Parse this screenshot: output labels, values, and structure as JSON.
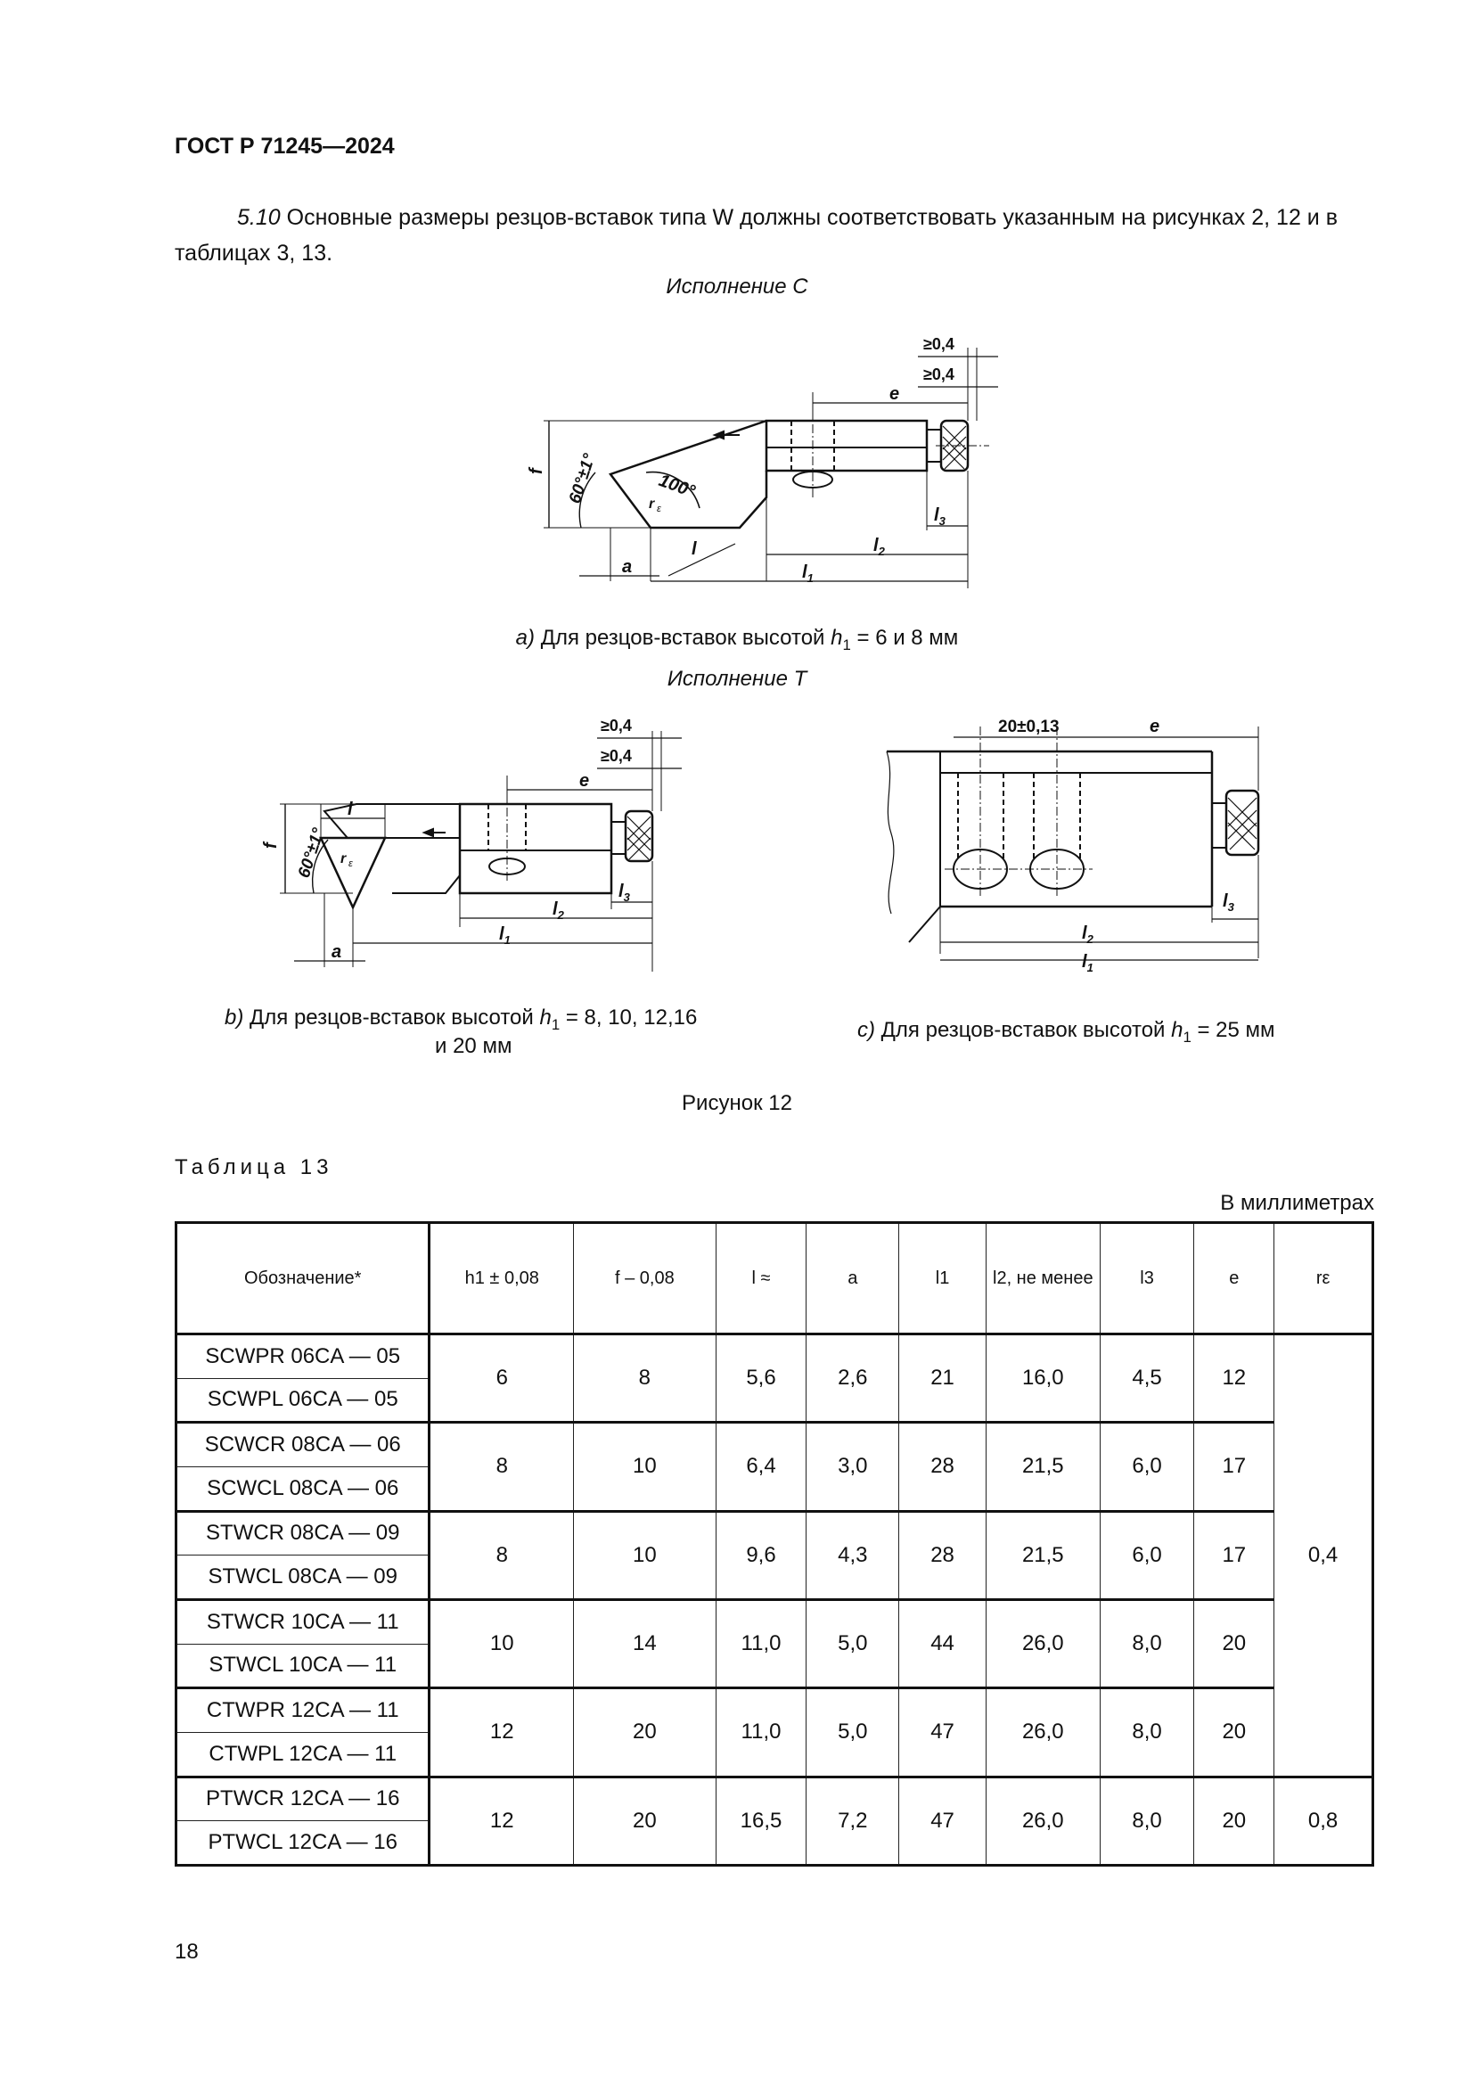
{
  "header": {
    "code": "ГОСТ Р 71245—2024"
  },
  "paragraph": {
    "number": "5.10",
    "text": " Основные размеры резцов-вставок типа W должны соответствовать указанным на рисунках 2, 12 и в таблицах 3, 13."
  },
  "figure": {
    "variant_c_label": "Исполнение С",
    "variant_t_label": "Исполнение Т",
    "caption_a_prefix": "a)",
    "caption_a_text": "Для резцов-вставок высотой",
    "caption_a_tail": "= 6 и 8 мм",
    "caption_b_prefix": "b)",
    "caption_b_text": "Для резцов-вставок высотой",
    "caption_b_tail": "= 8, 10, 12,16",
    "caption_b_line2": "и 20 мм",
    "caption_c_prefix": "c)",
    "caption_c_text": "Для резцов-вставок высотой",
    "caption_c_tail": "= 25 мм",
    "title": "Рисунок 12",
    "dims": {
      "ge04": "≥0,4",
      "e": "e",
      "f": "f",
      "angle60": "60°±1°",
      "angle100": "100°",
      "r_eps": "rε",
      "l": "l",
      "a": "a",
      "l1": "l1",
      "l2": "l2",
      "l3": "l3",
      "spacing": "20±0,13"
    }
  },
  "table": {
    "label": "Таблица 13",
    "units": "В миллиметрах",
    "headers": [
      "Обозначение*",
      "h1 ± 0,08",
      "f – 0,08",
      "l ≈",
      "a",
      "l1",
      "l2, не менее",
      "l3",
      "e",
      "rε"
    ],
    "groups": [
      {
        "names": [
          "SCWPR 06CA — 05",
          "SCWPL 06CA — 05"
        ],
        "h1": "6",
        "f": "8",
        "l": "5,6",
        "a": "2,6",
        "l1": "21",
        "l2": "16,0",
        "l3": "4,5",
        "e": "12"
      },
      {
        "names": [
          "SCWCR 08CA — 06",
          "SCWCL 08CA — 06"
        ],
        "h1": "8",
        "f": "10",
        "l": "6,4",
        "a": "3,0",
        "l1": "28",
        "l2": "21,5",
        "l3": "6,0",
        "e": "17"
      },
      {
        "names": [
          "STWCR 08CA — 09",
          "STWCL 08CA — 09"
        ],
        "h1": "8",
        "f": "10",
        "l": "9,6",
        "a": "4,3",
        "l1": "28",
        "l2": "21,5",
        "l3": "6,0",
        "e": "17"
      },
      {
        "names": [
          "STWCR 10CA — 11",
          "STWCL 10CA — 11"
        ],
        "h1": "10",
        "f": "14",
        "l": "11,0",
        "a": "5,0",
        "l1": "44",
        "l2": "26,0",
        "l3": "8,0",
        "e": "20"
      },
      {
        "names": [
          "CTWPR 12CA — 11",
          "CTWPL 12CA — 11"
        ],
        "h1": "12",
        "f": "20",
        "l": "11,0",
        "a": "5,0",
        "l1": "47",
        "l2": "26,0",
        "l3": "8,0",
        "e": "20"
      },
      {
        "names": [
          "PTWCR 12CA — 16",
          "PTWCL 12CA — 16"
        ],
        "h1": "12",
        "f": "20",
        "l": "16,5",
        "a": "7,2",
        "l1": "47",
        "l2": "26,0",
        "l3": "8,0",
        "e": "20"
      }
    ],
    "r_eps_merged": "0,4",
    "r_eps_last": "0,8"
  },
  "page_number": "18"
}
